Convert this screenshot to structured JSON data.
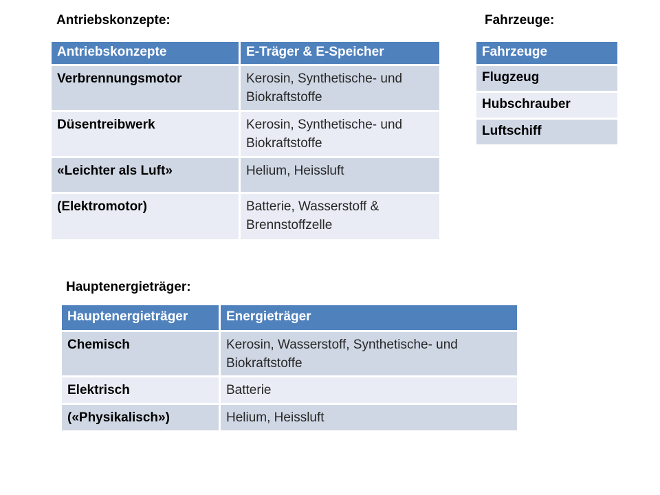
{
  "colors": {
    "page_bg": "#ffffff",
    "header_bg": "#4f81bd",
    "header_text": "#ffffff",
    "row_dark": "#d0d7e4",
    "row_light": "#e9ecf4",
    "key_text": "#000000",
    "body_text": "#262626",
    "title_text": "#000000"
  },
  "sections": {
    "antriebskonzepte": {
      "title": "Antriebskonzepte:",
      "table": {
        "headers": [
          "Antriebskonzepte",
          "E-Träger & E-Speicher"
        ],
        "rows": [
          {
            "concept": "Verbrennungsmotor",
            "carrier": "Kerosin, Synthetische- und Biokraftstoffe"
          },
          {
            "concept": "Düsentreibwerk",
            "carrier": "Kerosin, Synthetische- und Biokraftstoffe"
          },
          {
            "concept": "«Leichter als Luft»",
            "carrier": "Helium, Heissluft"
          },
          {
            "concept": "(Elektromotor)",
            "carrier": "Batterie, Wasserstoff & Brennstoffzelle"
          }
        ]
      }
    },
    "fahrzeuge": {
      "title": "Fahrzeuge:",
      "table": {
        "headers": [
          "Fahrzeuge"
        ],
        "rows": [
          {
            "vehicle": "Flugzeug"
          },
          {
            "vehicle": "Hubschrauber"
          },
          {
            "vehicle": "Luftschiff"
          }
        ]
      }
    },
    "hauptenergietraeger": {
      "title": "Hauptenergieträger:",
      "table": {
        "headers": [
          "Hauptenergieträger",
          "Energieträger"
        ],
        "rows": [
          {
            "type": "Chemisch",
            "carrier": "Kerosin, Wasserstoff, Synthetische- und Biokraftstoffe"
          },
          {
            "type": "Elektrisch",
            "carrier": "Batterie"
          },
          {
            "type": "(«Physikalisch»)",
            "carrier": "Helium, Heissluft"
          }
        ]
      }
    }
  }
}
